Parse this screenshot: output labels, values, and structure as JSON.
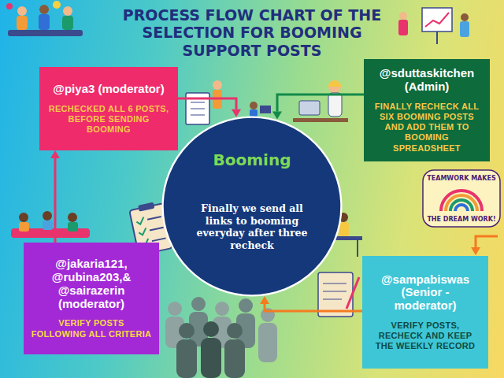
{
  "diagram": {
    "title": "PROCESS FLOW CHART OF THE SELECTION FOR BOOMING SUPPORT POSTS",
    "nodes": [
      {
        "text": [
          "@piya3 (moderator)",
          "RECHECKED ALL 6 POSTS, BEFORE SENDING BOOMING"
        ]
      },
      {
        "text": [
          "@sduttaskitchen (Admin)",
          "FINALLY RECHECK ALL SIX BOOMING POSTS AND ADD THEM TO BOOMING SPREADSHEET"
        ]
      },
      {
        "text": [
          "Booming",
          "Finally we send all links to booming everyday after three recheck"
        ]
      },
      {
        "text": [
          "@jakaria121, @rubina203,& @sairazerin (moderator)",
          "VERIFY POSTS FOLLOWING ALL CRITERIA"
        ]
      },
      {
        "text": [
          "@sampabiswas (Senior - moderator)",
          "VERIFY POSTS, RECHECK AND KEEP THE WEEKLY RECORD"
        ]
      }
    ],
    "edges": [
      {
        "from": 3,
        "to": 0,
        "arrow": "to"
      },
      {
        "from": 0,
        "to": 2,
        "arrow": "to"
      },
      {
        "from": 1,
        "to": 2,
        "arrow": "to"
      },
      {
        "from": 4,
        "to": 2,
        "arrow": "to"
      }
    ],
    "labels": [
      "TEAMWORK MAKES",
      "THE DREAM WORK!"
    ]
  }
}
